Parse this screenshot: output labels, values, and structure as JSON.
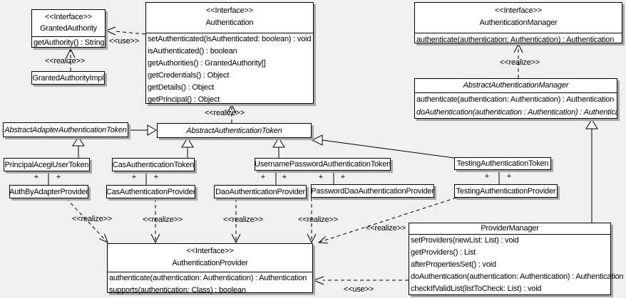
{
  "diagram": {
    "kind": "UML class diagram",
    "background": "#f0f0f0",
    "box_fill": "#ffffff",
    "line_color": "#000000",
    "shadow_color": "#a8a8a8"
  },
  "labels": {
    "use": "<<use>>",
    "realize": "<<realize>>",
    "plus": "+"
  },
  "classes": {
    "granted_authority": {
      "stereotype": "<<Interface>>",
      "name": "GrantedAuthority",
      "methods": [
        "getAuthority() : String"
      ]
    },
    "granted_authority_impl": {
      "name": "GrantedAuthorityImpl"
    },
    "authentication": {
      "stereotype": "<<Interface>>",
      "name": "Authentication",
      "methods": [
        "setAuthenticated(isAuthenticated: boolean) : void",
        "isAuthenticated() : boolean",
        "getAuthorities() : GrantedAuthority[]",
        "getCredentials() : Object",
        "getDetails() : Object",
        "getPrincipal() : Object"
      ]
    },
    "authentication_manager": {
      "stereotype": "<<Interface>>",
      "name": "AuthenticationManager",
      "methods": [
        "authenticate(authentication: Authentication) : Authentication"
      ]
    },
    "abstract_authentication_manager": {
      "name": "AbstractAuthenticationManager",
      "methods": [
        "authenticate(authentication: Authentication) : Authentication",
        "doAuthentication(authentication : Authentication) : Authentication"
      ]
    },
    "abstract_adapter_authentication_token": {
      "name": "AbstractAdapterAuthenticationToken"
    },
    "abstract_authentication_token": {
      "name": "AbstractAuthenticationToken"
    },
    "principal_acegi_user_token": {
      "name": "PrincipalAcegiUserToken"
    },
    "cas_authentication_token": {
      "name": "CasAuthenticationToken"
    },
    "username_password_authentication_token": {
      "name": "UsernamePasswordAuthenticationToken"
    },
    "testing_authentication_token": {
      "name": "TestingAuthenticationToken"
    },
    "auth_by_adapter_provider": {
      "name": "AuthByAdapterProvider"
    },
    "cas_authentication_provider": {
      "name": "CasAuthenticationProvider"
    },
    "dao_authentication_provider": {
      "name": "DaoAuthenticationProvider"
    },
    "password_dao_authentication_provider": {
      "name": "PasswordDaoAuthenticationProvider"
    },
    "testing_authentication_provider": {
      "name": "TestingAuthenticationProvider"
    },
    "authentication_provider": {
      "stereotype": "<<Interface>>",
      "name": "AuthenticationProvider",
      "methods": [
        "authenticate(authentication: Authentication) : Authentication",
        "supports(authentication: Class) : boolean"
      ]
    },
    "provider_manager": {
      "name": "ProviderManager",
      "methods": [
        "setProviders(newList: List) : void",
        "getProviders() : List",
        "afterPropertiesSet() : void",
        "doAuthentication(authentication: Authentication) : Authentication",
        "checkIfValidList(listToCheck: List) : void"
      ]
    }
  }
}
